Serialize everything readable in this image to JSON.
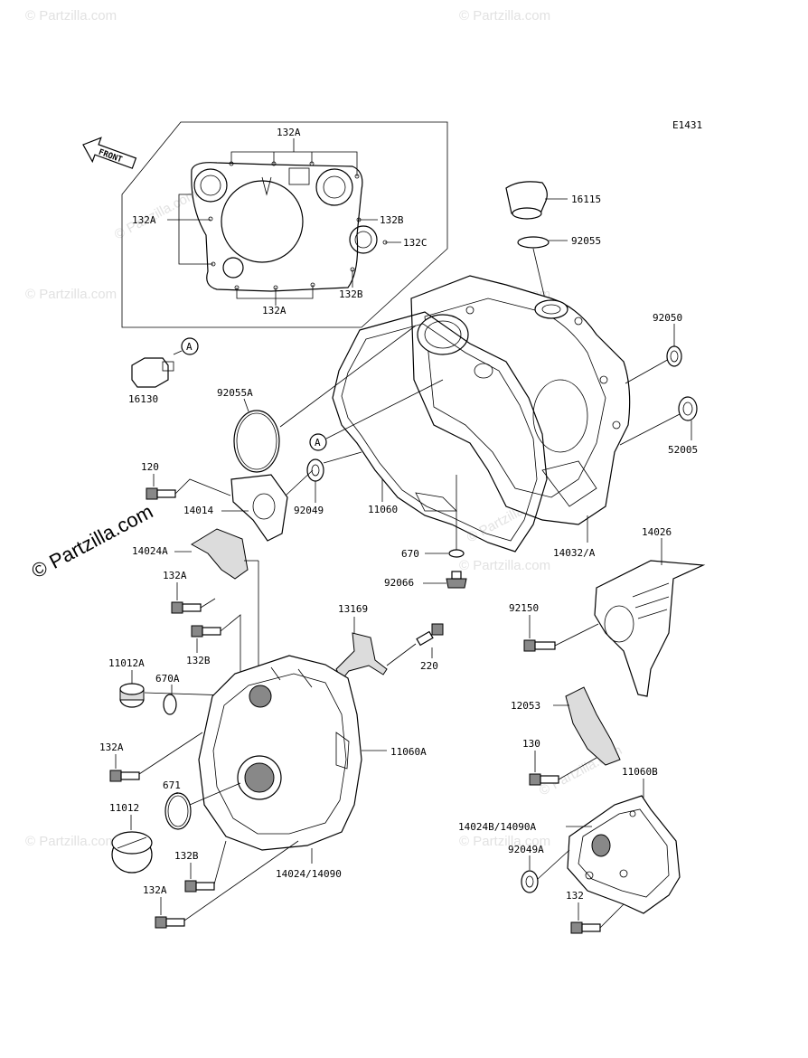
{
  "diagram_code": "E1431",
  "front_label": "FRONT",
  "watermark": "© Partzilla.com",
  "callout_a": "A",
  "parts": {
    "p132A_top": "132A",
    "p132A_left": "132A",
    "p132B_upper": "132B",
    "p132C": "132C",
    "p132B_lower": "132B",
    "p132A_bottom": "132A",
    "p16115": "16115",
    "p92055": "92055",
    "p92050": "92050",
    "p16130": "16130",
    "p92055A": "92055A",
    "p52005": "52005",
    "p120": "120",
    "p14014": "14014",
    "p92049": "92049",
    "p11060": "11060",
    "p14024A": "14024A",
    "p670": "670",
    "p14032": "14032/A",
    "p14026": "14026",
    "p132A_mid": "132A",
    "p92066": "92066",
    "p13169": "13169",
    "p92150": "92150",
    "p132B_mid": "132B",
    "p220": "220",
    "p11012A": "11012A",
    "p670A": "670A",
    "p12053": "12053",
    "p132A_low1": "132A",
    "p11060A": "11060A",
    "p130": "130",
    "p671": "671",
    "p11060B": "11060B",
    "p11012": "11012",
    "p14024B": "14024B/14090A",
    "p92049A": "92049A",
    "p132B_low": "132B",
    "p14024": "14024/14090",
    "p132": "132",
    "p132A_low2": "132A"
  }
}
